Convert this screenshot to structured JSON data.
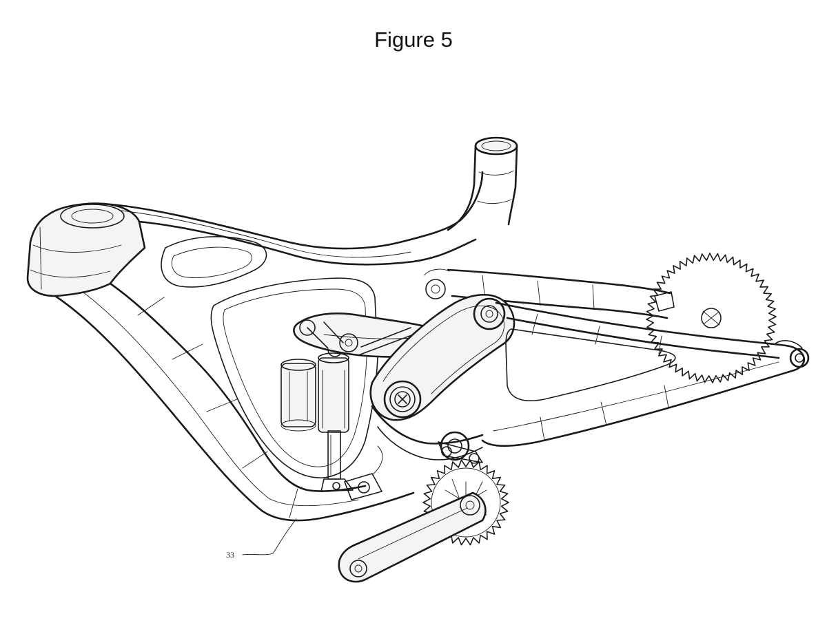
{
  "figure": {
    "title": "Figure 5"
  },
  "reference_numerals": [
    {
      "id": "ref-33",
      "label": "33"
    }
  ],
  "colors": {
    "ink": "#1a1a1a",
    "paper": "#ffffff"
  }
}
